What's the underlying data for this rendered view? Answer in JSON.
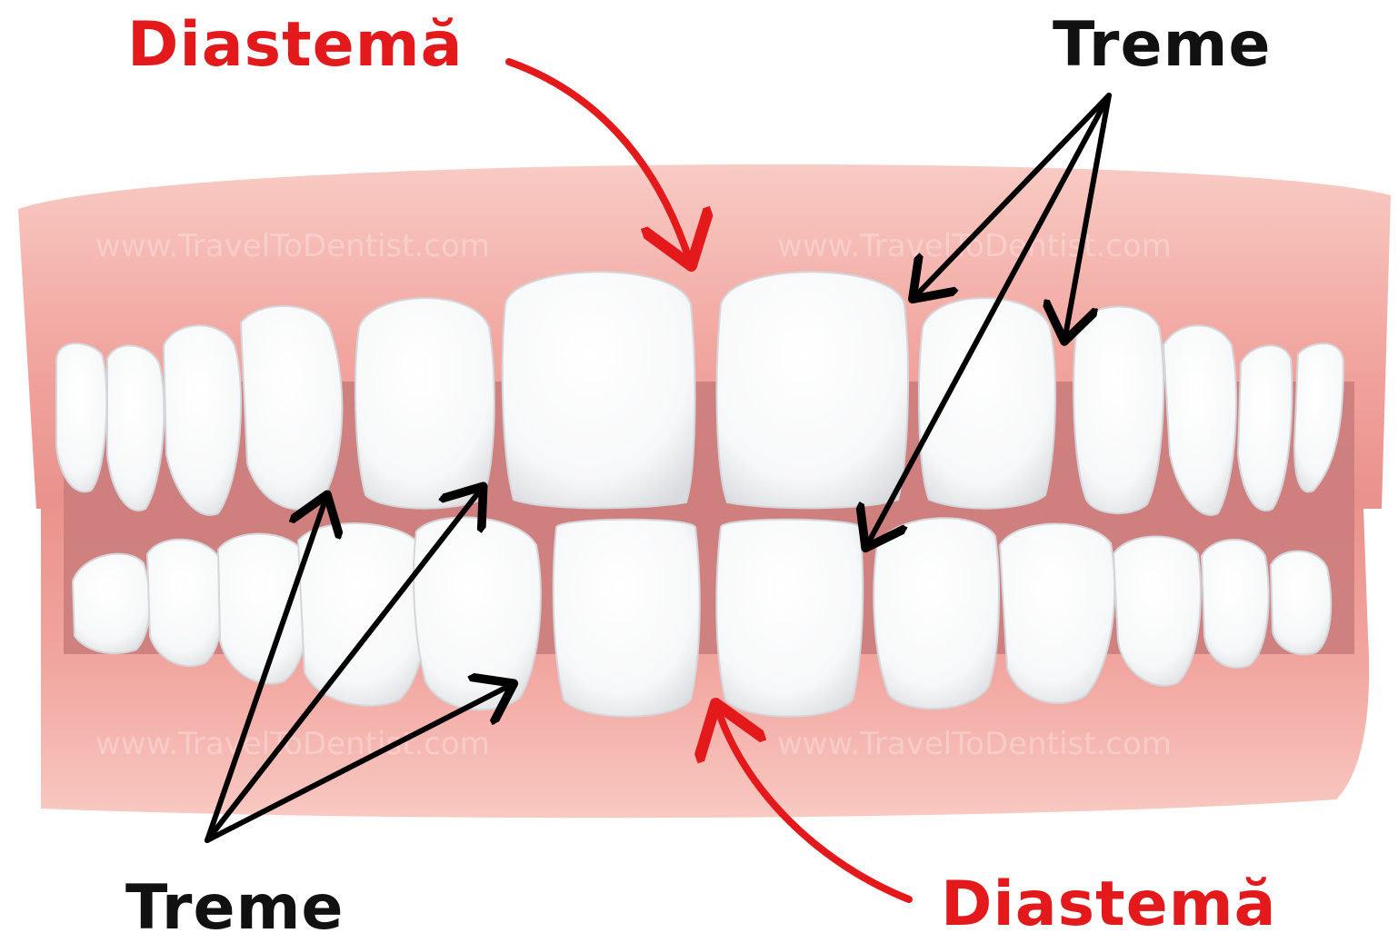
{
  "labels": {
    "diastema_top": "Diastemă",
    "treme_top": "Treme",
    "treme_bottom": "Treme",
    "diastema_bottom": "Diastemă"
  },
  "watermark": {
    "text": "www.TravelToDentist.com"
  },
  "colors": {
    "diastema_label": "#e3191b",
    "treme_label": "#111111",
    "red_arrow": "#e3191b",
    "black_arrow": "#000000",
    "gum": "#f2a59f",
    "gum_light": "#f8c3bd",
    "mouth_interior": "#c97b7b",
    "tooth": "#ffffff",
    "tooth_shadow": "#d8dadd"
  }
}
